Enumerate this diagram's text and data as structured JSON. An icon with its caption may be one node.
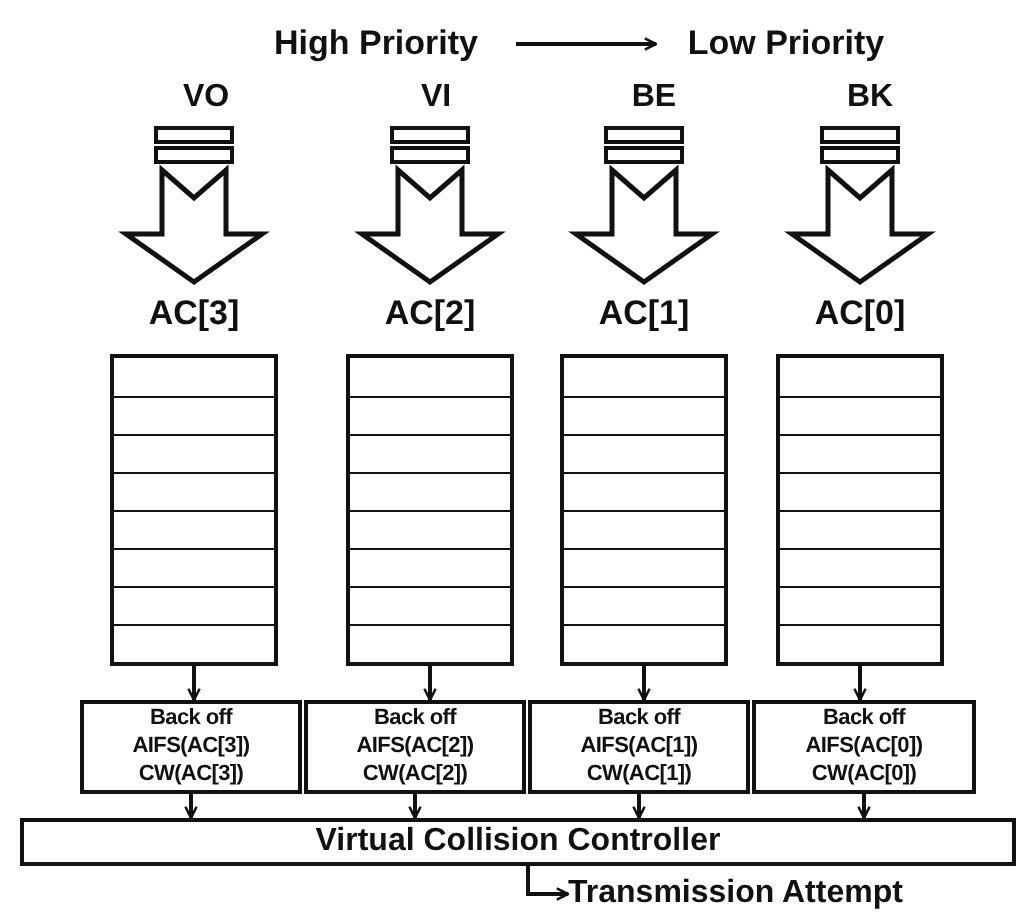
{
  "diagram": {
    "nodes": [
      {
        "text": [
          "High Priority"
        ]
      },
      {
        "text": [
          "Low Priority"
        ]
      },
      {
        "text": [
          "VO"
        ]
      },
      {
        "text": [
          "VI"
        ]
      },
      {
        "text": [
          "BE"
        ]
      },
      {
        "text": [
          "BK"
        ]
      },
      {
        "text": [
          "AC[3]"
        ]
      },
      {
        "text": [
          "AC[2]"
        ]
      },
      {
        "text": [
          "AC[1]"
        ]
      },
      {
        "text": [
          "AC[0]"
        ]
      },
      {
        "text": [
          "Back off",
          "AIFS(AC[3])",
          "CW(AC[3])"
        ]
      },
      {
        "text": [
          "Back off",
          "AIFS(AC[2])",
          "CW(AC[2])"
        ]
      },
      {
        "text": [
          "Back off",
          "AIFS(AC[1])",
          "CW(AC[1])"
        ]
      },
      {
        "text": [
          "Back off",
          "AIFS(AC[0])",
          "CW(AC[0])"
        ]
      },
      {
        "text": [
          "Virtual Collision Controller"
        ]
      },
      {
        "text": [
          "Transmission Attempt"
        ]
      }
    ],
    "edges": [
      {
        "from": 0,
        "to": 1,
        "arrow": "to"
      },
      {
        "from": 2,
        "to": 6,
        "arrow": "to",
        "style": "thick"
      },
      {
        "from": 3,
        "to": 7,
        "arrow": "to",
        "style": "thick"
      },
      {
        "from": 4,
        "to": 8,
        "arrow": "to",
        "style": "thick"
      },
      {
        "from": 5,
        "to": 9,
        "arrow": "to",
        "style": "thick"
      },
      {
        "from": 6,
        "to": 10,
        "arrow": "to"
      },
      {
        "from": 7,
        "to": 11,
        "arrow": "to"
      },
      {
        "from": 8,
        "to": 12,
        "arrow": "to"
      },
      {
        "from": 9,
        "to": 13,
        "arrow": "to"
      },
      {
        "from": 10,
        "to": 14,
        "arrow": "to"
      },
      {
        "from": 11,
        "to": 14,
        "arrow": "to"
      },
      {
        "from": 12,
        "to": 14,
        "arrow": "to"
      },
      {
        "from": 13,
        "to": 14,
        "arrow": "to"
      },
      {
        "from": 14,
        "to": 15,
        "arrow": "to"
      }
    ]
  }
}
